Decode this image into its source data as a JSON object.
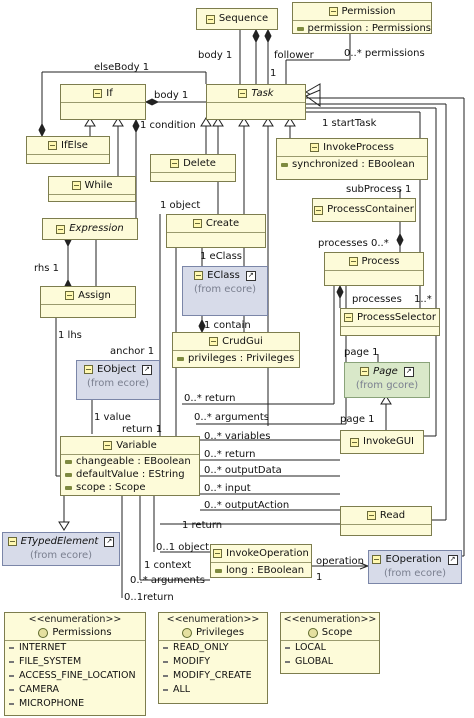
{
  "classes": {
    "sequence": {
      "name": "Sequence"
    },
    "permission": {
      "name": "Permission",
      "attrs": [
        "permission : Permissions"
      ]
    },
    "if": {
      "name": "If"
    },
    "task": {
      "name": "Task"
    },
    "ifelse": {
      "name": "IfElse"
    },
    "while": {
      "name": "While"
    },
    "delete": {
      "name": "Delete"
    },
    "invokeprocess": {
      "name": "InvokeProcess",
      "attrs": [
        "synchronized : EBoolean"
      ]
    },
    "processcontainer": {
      "name": "ProcessContainer"
    },
    "expression": {
      "name": "Expression"
    },
    "create": {
      "name": "Create"
    },
    "eclass": {
      "name": "EClass",
      "sub": "(from ecore)"
    },
    "process": {
      "name": "Process"
    },
    "assign": {
      "name": "Assign"
    },
    "crudgui": {
      "name": "CrudGui",
      "attrs": [
        "privileges : Privileges"
      ]
    },
    "processselector": {
      "name": "ProcessSelector"
    },
    "eobject": {
      "name": "EObject",
      "sub": "(from ecore)"
    },
    "page": {
      "name": "Page",
      "sub": "(from gcore)"
    },
    "variable": {
      "name": "Variable",
      "attrs": [
        "changeable : EBoolean",
        "defaultValue : EString",
        "scope : Scope"
      ]
    },
    "invokegui": {
      "name": "InvokeGUI"
    },
    "read": {
      "name": "Read"
    },
    "etypedelement": {
      "name": "ETypedElement",
      "sub": "(from ecore)"
    },
    "invokeoperation": {
      "name": "InvokeOperation",
      "attrs": [
        "long : EBoolean"
      ]
    },
    "eoperation": {
      "name": "EOperation",
      "sub": "(from ecore)"
    }
  },
  "enums": {
    "stereotype": "<<enumeration>>",
    "permissions": {
      "name": "Permissions",
      "literals": [
        "INTERNET",
        "FILE_SYSTEM",
        "ACCESS_FINE_LOCATION",
        "CAMERA",
        "MICROPHONE"
      ]
    },
    "privileges": {
      "name": "Privileges",
      "literals": [
        "READ_ONLY",
        "MODIFY",
        "MODIFY_CREATE",
        "ALL"
      ]
    },
    "scope": {
      "name": "Scope",
      "literals": [
        "LOCAL",
        "GLOBAL"
      ]
    }
  },
  "labels": {
    "body1_top": "body 1",
    "follower": "follower",
    "one_follower": "1",
    "permissions_rel": "0..* permissions",
    "elsebody": "elseBody 1",
    "body1_if": "body 1",
    "condition": "1 condition",
    "starttask": "1 startTask",
    "subprocess": "subProcess 1",
    "object1": "1 object",
    "eclass1": "1 eClass",
    "processes1": "processes 0..*",
    "rhs": "rhs 1",
    "contain": "1 contain",
    "processes2": "processes",
    "one_dotdot": "1..*",
    "lhs": "1 lhs",
    "anchor": "anchor 1",
    "page1": "page 1",
    "return_0": "0..* return",
    "arguments_0": "0..* arguments",
    "value1": "1 value",
    "return1": "return 1",
    "page1b": "page 1",
    "variables": "0..* variables",
    "return_b": "0..* return",
    "outputdata": "0..* outputData",
    "input": "0..* input",
    "outputaction": "0..* outputAction",
    "return1b": "1 return",
    "object01": "0..1 object",
    "context": "1 context",
    "operation": "operation",
    "one_op": "1",
    "arguments_c": "0..* arguments",
    "return01": "0..1return"
  }
}
